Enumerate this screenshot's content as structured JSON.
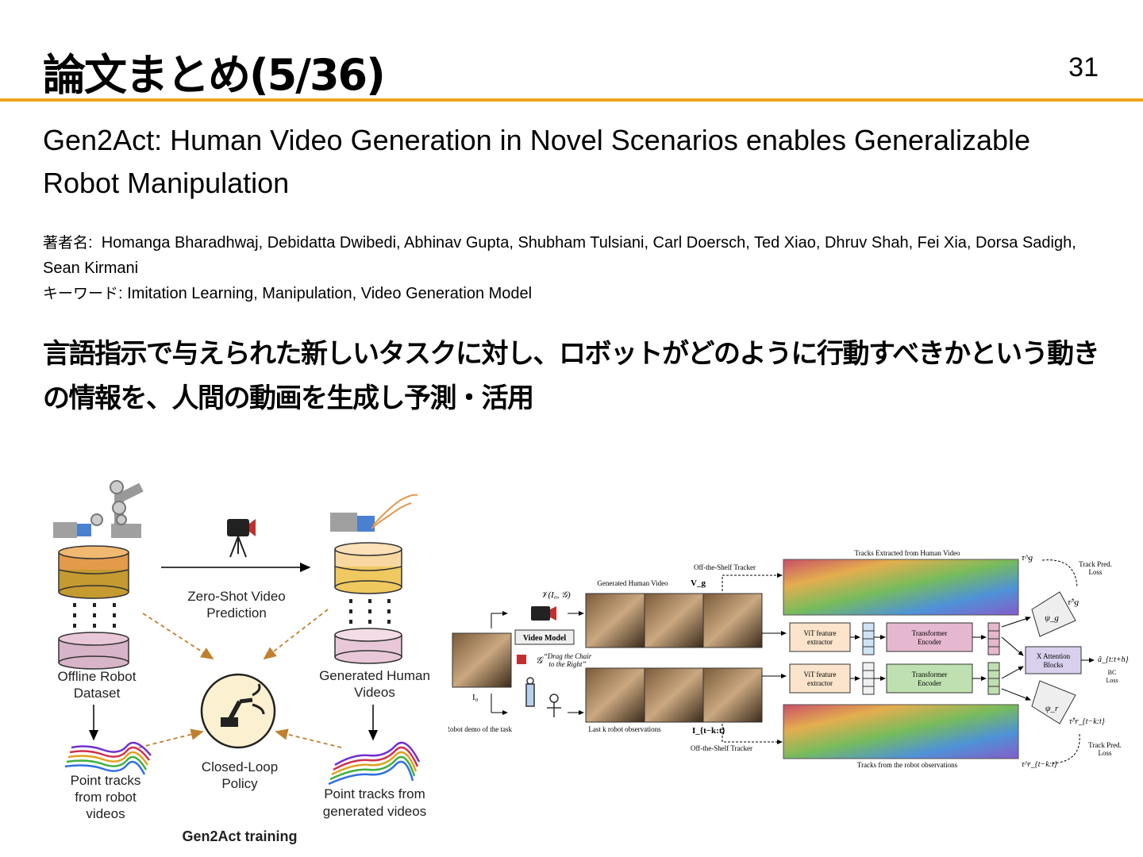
{
  "header": {
    "title": "論文まとめ(5/36)",
    "page_number": "31",
    "accent_color": "#f0a31c"
  },
  "paper": {
    "title": "Gen2Act: Human Video Generation in Novel Scenarios enables Generalizable Robot Manipulation",
    "authors_label": "著者名",
    "authors": "Homanga Bharadhwaj, Debidatta Dwibedi, Abhinav Gupta, Shubham Tulsiani, Carl Doersch, Ted Xiao, Dhruv Shah, Fei Xia, Dorsa Sadigh, Sean Kirmani",
    "keywords_label": "キーワード",
    "keywords": "Imitation Learning, Manipulation, Video Generation Model"
  },
  "summary": "言語指示で与えられた新しいタスクに対し、ロボットがどのように行動すべきかという動きの情報を、人間の動画を生成し予測・活用",
  "figure_left": {
    "zero_shot_line1": "Zero-Shot Video",
    "zero_shot_line2": "Prediction",
    "offline_line1": "Offline Robot",
    "offline_line2": "Dataset",
    "generated_line1": "Generated Human",
    "generated_line2": "Videos",
    "policy_line1": "Closed-Loop",
    "policy_line2": "Policy",
    "robot_tracks_line1": "Point tracks",
    "robot_tracks_line2": "from robot",
    "robot_tracks_line3": "videos",
    "gen_tracks_line1": "Point tracks from",
    "gen_tracks_line2": "generated videos",
    "caption": "Gen2Act training",
    "colors": {
      "orange_db": "#e0a040",
      "pink_db": "#d8b4c8",
      "yellow_db": "#f0c860",
      "arrow": "#c08030"
    }
  },
  "figure_right": {
    "v_formula": "𝒱(I₀, 𝒢)",
    "video_model": "Video Model",
    "instruction_line1": "“Drag the Chair",
    "instruction_line2": "to the Right”",
    "i0": "I₀",
    "robot_demo": "Robot demo of the task",
    "generated_human_video": "Generated Human Video",
    "vg": "V_g",
    "off_shelf_top": "Off-the-Shelf Tracker",
    "tracks_human": "Tracks Extracted from Human Video",
    "tau_g": "τ^g",
    "track_pred_loss_top_1": "Track Pred.",
    "track_pred_loss_top_2": "Loss",
    "tau_hat_g": "τ̂^g",
    "psi_g": "ψ_g",
    "vit_1": "ViT feature",
    "vit_2": "extractor",
    "transformer_1": "Transformer",
    "transformer_2": "Encoder",
    "xattn_1": "X Attention",
    "xattn_2": "Blocks",
    "a_hat": "â_{t:t+h}",
    "bc_1": "BC",
    "bc_2": "Loss",
    "last_k": "Last k robot observations",
    "i_tk": "I_{t−k:t}",
    "off_shelf_bottom": "Off-the-Shelf Tracker",
    "tracks_robot": "Tracks from the robot observations",
    "tau_r": "τ^r_{t−k:t}",
    "tau_hat_r": "τ̂^r_{t−k:t}",
    "psi_r": "ψ_r",
    "track_pred_loss_bot_1": "Track Pred.",
    "track_pred_loss_bot_2": "Loss"
  }
}
